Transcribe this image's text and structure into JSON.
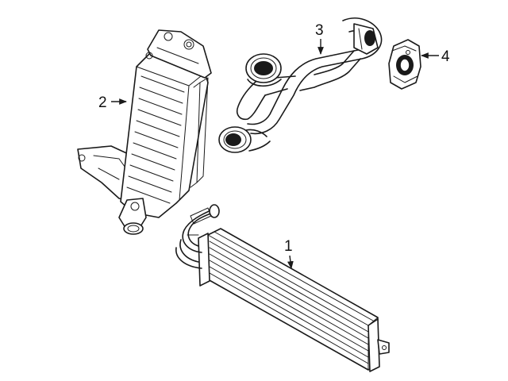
{
  "diagram": {
    "parts": [
      {
        "id": "1",
        "callout": "1"
      },
      {
        "id": "2",
        "callout": "2"
      },
      {
        "id": "3",
        "callout": "3"
      },
      {
        "id": "4",
        "callout": "4"
      }
    ]
  },
  "colors": {
    "line": "#1a1a1a",
    "background": "#ffffff"
  }
}
